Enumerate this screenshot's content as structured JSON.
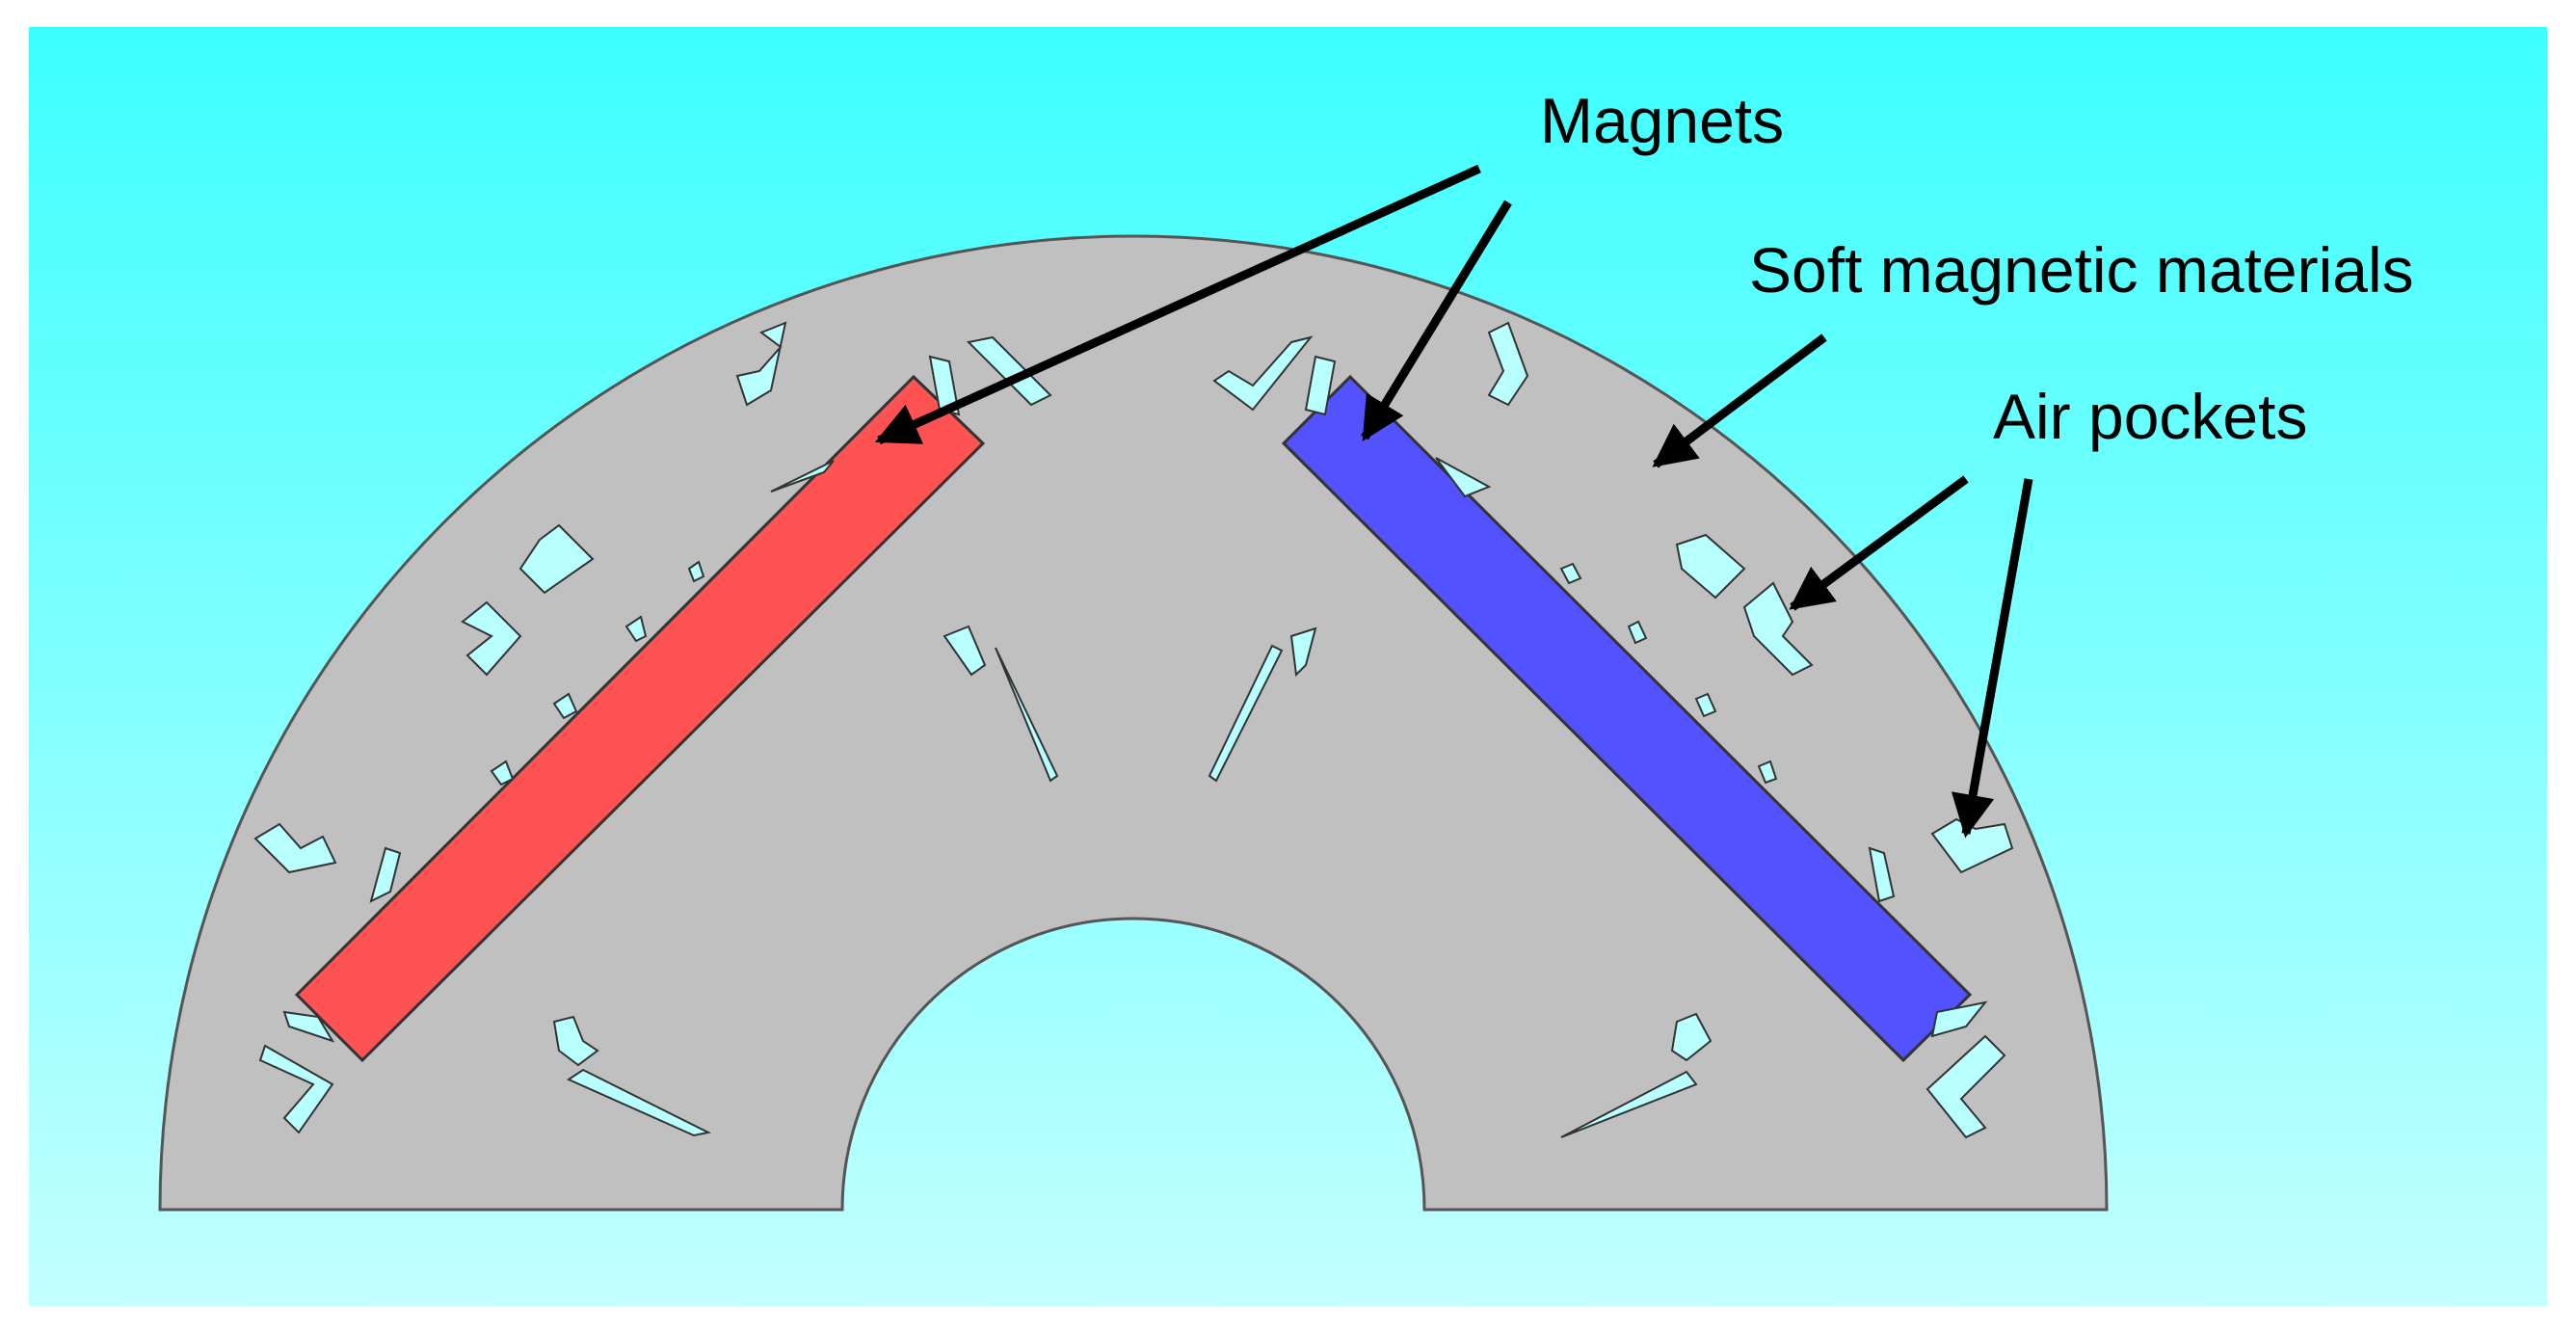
{
  "labels": {
    "magnets": "Magnets",
    "soft_magnetic": "Soft magnetic materials",
    "air_pockets": "Air pockets"
  },
  "colors": {
    "background_top": "#3dffff",
    "background_bottom": "#c3ffff",
    "rotor_fill": "#c0c0c0",
    "magnet_left": "#ff5252",
    "magnet_right": "#5252ff",
    "air_pocket": "#b8ffff",
    "arrow": "#000000"
  }
}
